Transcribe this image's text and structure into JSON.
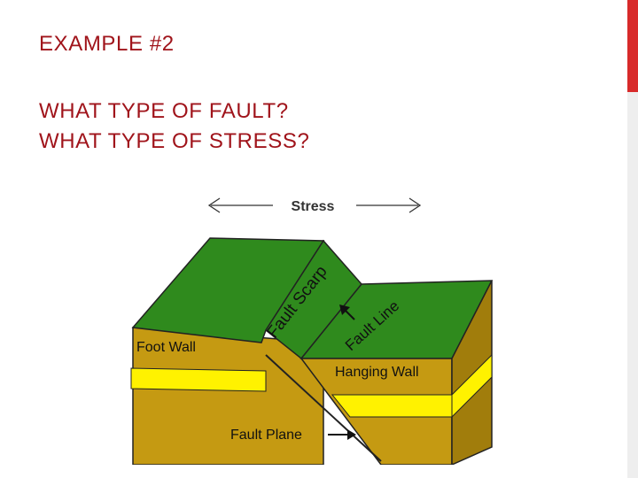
{
  "slide": {
    "title": "EXAMPLE #2",
    "question_1": "WHAT TYPE OF FAULT?",
    "question_2": "WHAT TYPE OF STRESS?"
  },
  "diagram": {
    "labels": {
      "stress": "Stress",
      "fault_scarp": "Fault Scarp",
      "fault_line": "Fault Line",
      "foot_wall": "Foot Wall",
      "hanging_wall": "Hanging Wall",
      "fault_plane": "Fault Plane"
    },
    "colors": {
      "surface_green": "#2f8a1d",
      "rock_gold": "#c59a12",
      "rock_gold_dark": "#a17d0c",
      "yellow_layer": "#fff200",
      "accent_red": "#d82a2a",
      "title_red": "#a0141b"
    }
  }
}
